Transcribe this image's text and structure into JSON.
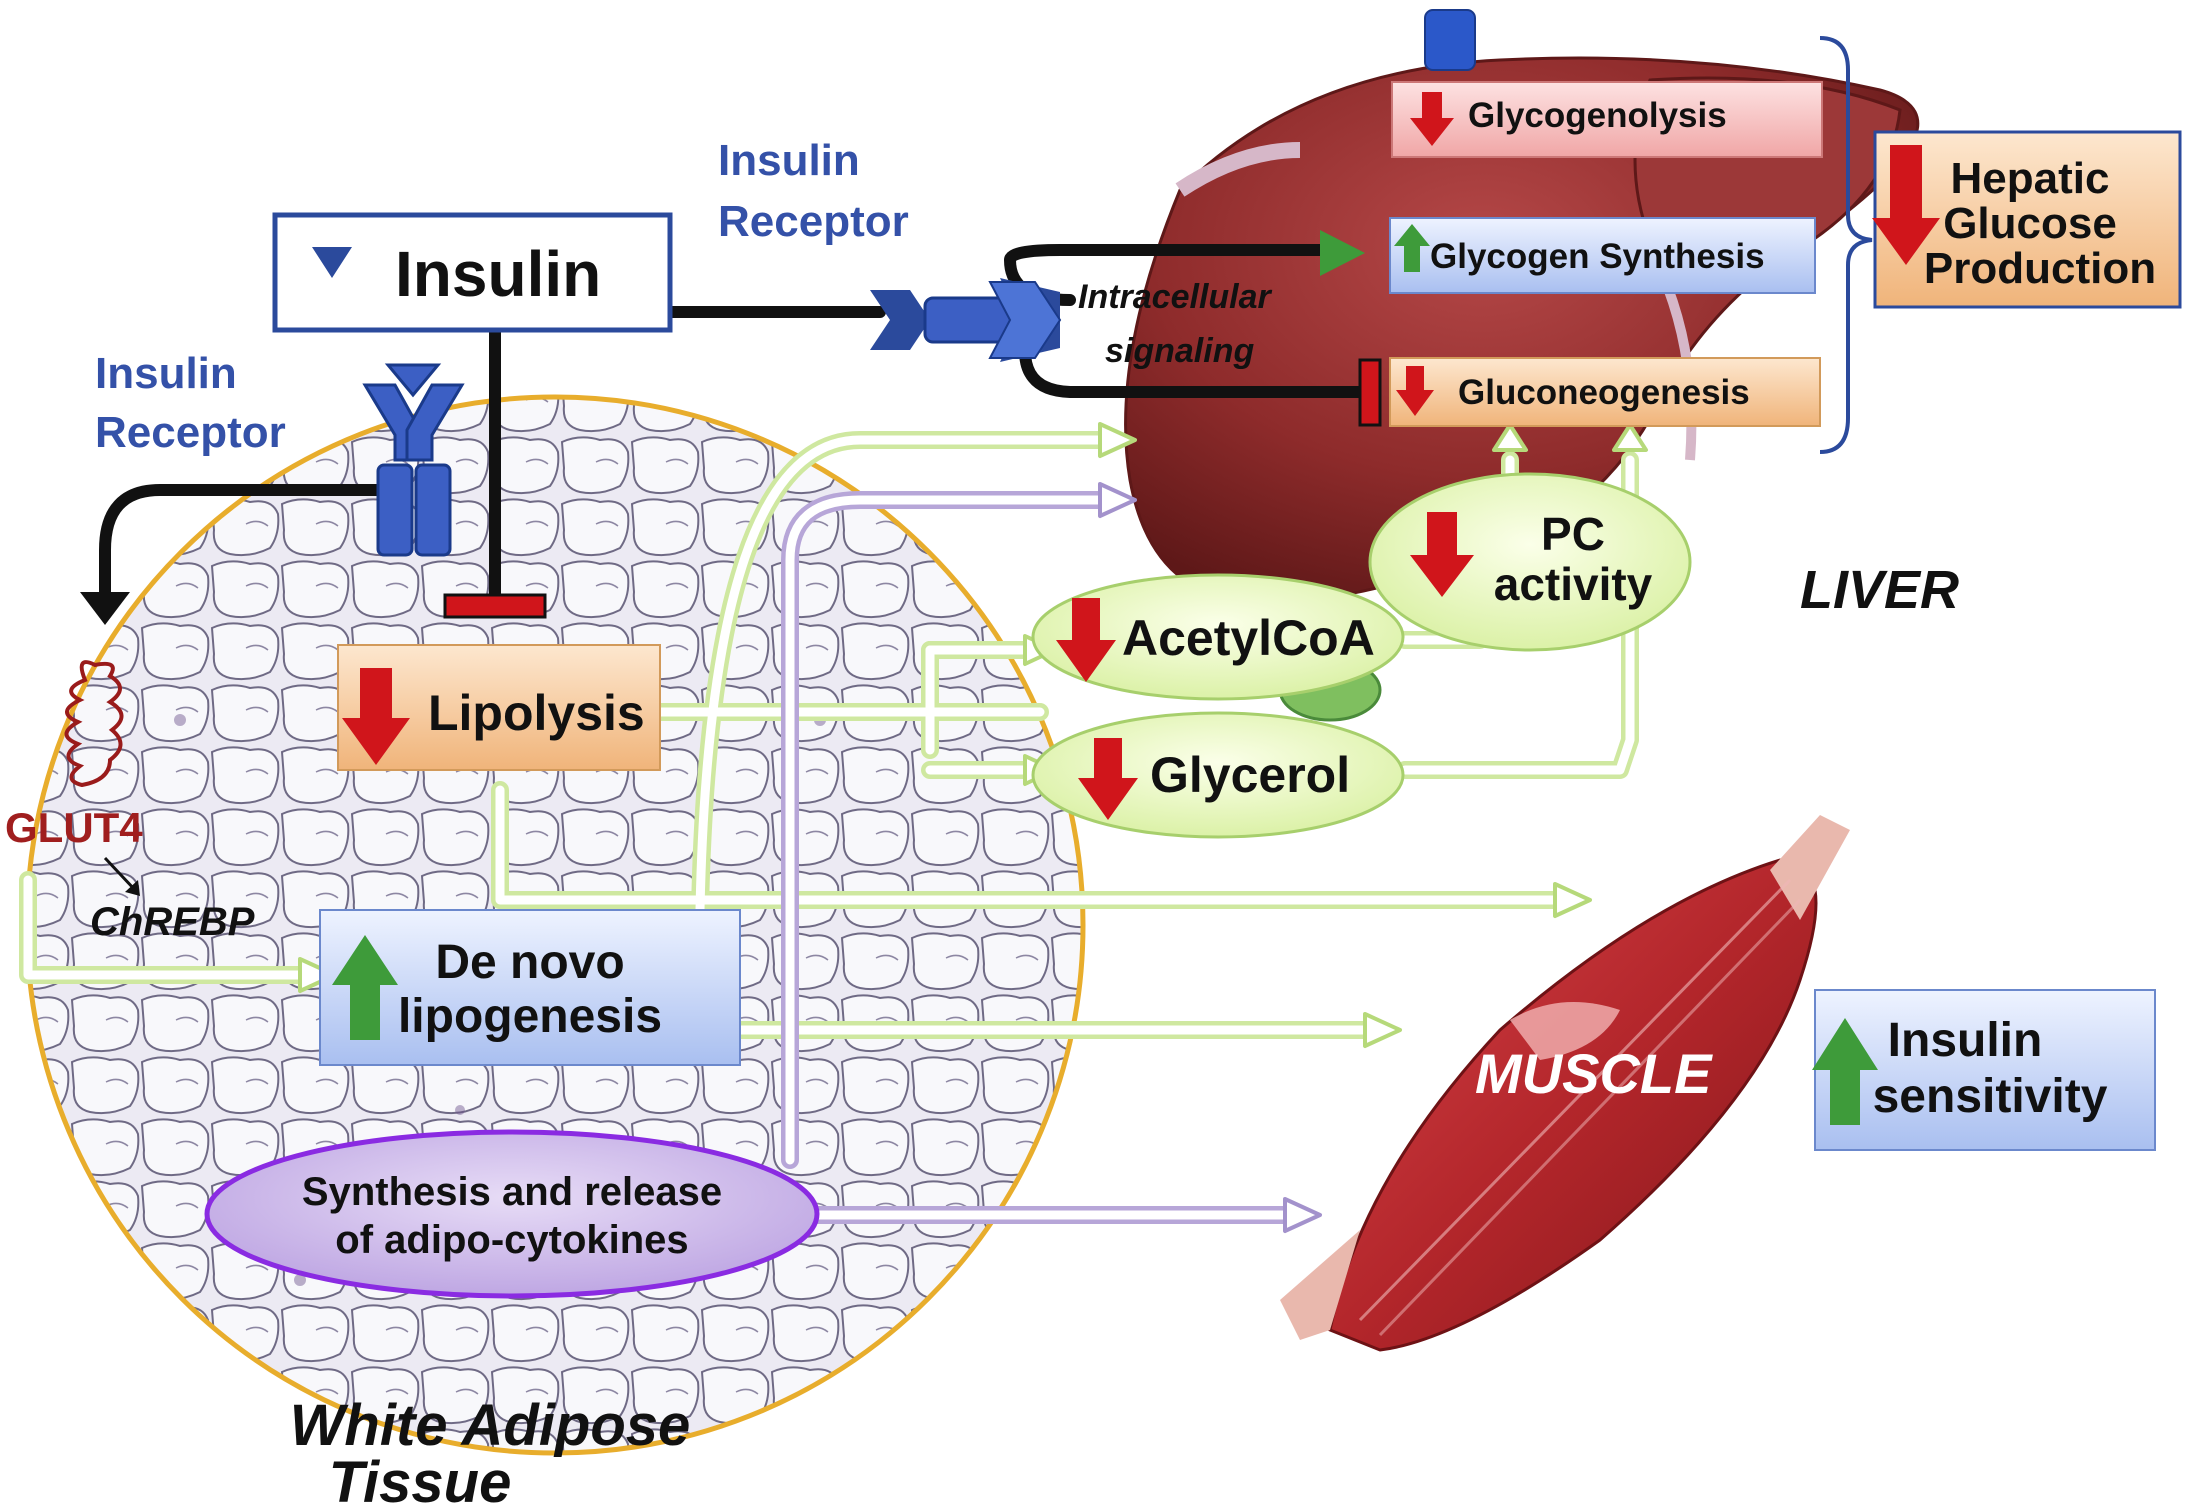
{
  "insulin": {
    "label": "Insulin"
  },
  "receptor_top": {
    "line1": "Insulin",
    "line2": "Receptor"
  },
  "receptor_left": {
    "line1": "Insulin",
    "line2": "Receptor"
  },
  "intracellular": {
    "line1": "Intracellular",
    "line2": "signaling"
  },
  "liver": {
    "title": "LIVER",
    "glycogenolysis": "Glycogenolysis",
    "glycogen_synthesis": "Glycogen Synthesis",
    "gluconeogenesis": "Gluconeogenesis",
    "hgp": {
      "line1": "Hepatic",
      "line2": "Glucose",
      "line3": "Production"
    },
    "pc": {
      "line1": "PC",
      "line2": "activity"
    }
  },
  "metabolites": {
    "acetylcoa": "AcetylCoA",
    "glycerol": "Glycerol"
  },
  "adipose": {
    "lipolysis": "Lipolysis",
    "dnl": {
      "line1": "De novo",
      "line2": "lipogenesis"
    },
    "glut4": "GLUT4",
    "chrebp": "ChREBP",
    "cytokines": {
      "line1": "Synthesis and release",
      "line2": "of adipo-cytokines"
    },
    "title": {
      "line1": "White Adipose",
      "line2": "Tissue"
    }
  },
  "muscle": {
    "title": "MUSCLE",
    "sensitivity": {
      "line1": "Insulin",
      "line2": "sensitivity"
    }
  },
  "colors": {
    "insulin_blue": "#2B4A9C",
    "label_blue": "#3451A8",
    "down_arrow_red": "#D0151B",
    "up_arrow_green": "#3E9B3A",
    "inhibit_red": "#D0151B",
    "green_flow": "#CFE8A0",
    "purple_flow": "#B7A6D8",
    "liver_red": "#8E2B2B",
    "muscle_red": "#B3262B"
  }
}
